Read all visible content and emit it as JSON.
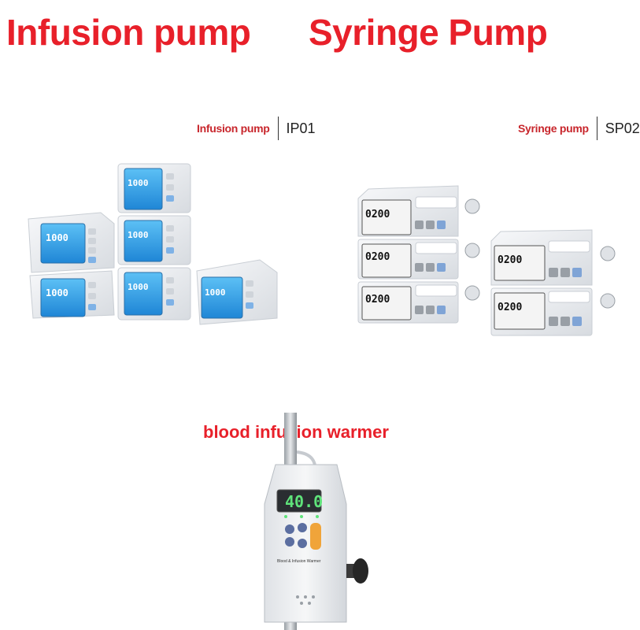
{
  "headlines": {
    "infusion_pump": "Infusion pump",
    "syringe_pump": "Syringe Pump"
  },
  "infusion_label": {
    "name": "Infusion pump",
    "code": "IP01"
  },
  "syringe_label": {
    "name": "Syringe pump",
    "code": "SP02"
  },
  "warmer": {
    "title": "blood infusion warmer",
    "reading": "40.0",
    "device_caption": "Blood & Infusion Warmer"
  },
  "displays": {
    "infusion_reading": "1000",
    "syringe_reading": "0200"
  },
  "colors": {
    "headline_red": "#e8202a",
    "infusion_screen": "#3aa6e8",
    "syringe_screen": "#f4f4f4",
    "device_body": "#e9ebee",
    "warmer_digits": "#5fe37a",
    "warmer_orange": "#f0a43a"
  }
}
